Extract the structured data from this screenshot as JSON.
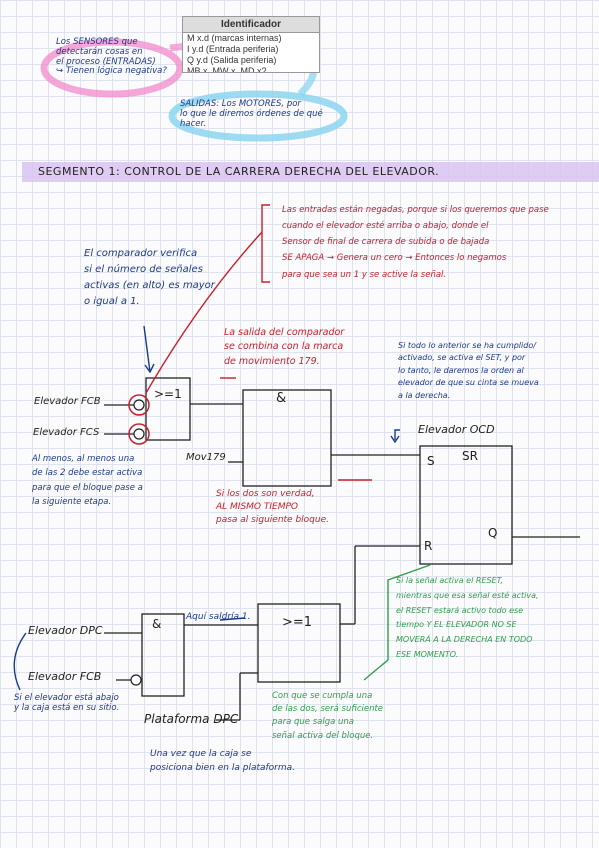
{
  "table": {
    "header": "Identificador",
    "rows": [
      "M x.d (marcas internas)",
      "I y.d (Entrada periferia)",
      "Q y.d (Salida periferia)",
      "MB x, MW x, MD x? (Intermedia)"
    ]
  },
  "notes": {
    "sensores": "Los SENSORES que\ndetectarán cosas en\nel proceso (ENTRADAS)\n↪ Tienen lógica negativa?",
    "salidas": "SALIDAS: Los MOTORES, por\nlo que le diremos órdenes de qué\nhacer.",
    "segmento": "SEGMENTO 1: CONTROL DE LA CARRERA DERECHA DEL ELEVADOR.",
    "entradas_negadas": "Las entradas están negadas, porque si los queremos que pase\ncuando el elevador esté arriba o abajo, donde el\nSensor de final de carrera de subida o de bajada\nSE APAGA → Genera un cero → Entonces lo negamos\npara que sea un 1 y se active la señal.",
    "comparador": "El comparador verifica\nsi el número de señales\nactivas (en alto) es mayor\no igual a 1.",
    "salida_comparador": "La salida del comparador\nse combina con la marca\nde movimiento 179.",
    "todo_anterior": "Si todo lo anterior se ha cumplido/\nactivado, se activa el SET, y por\nlo tanto, le daremos la orden al\nelevador de que su cinta se mueva\na la derecha.",
    "al_menos": "Al menos, al menos una\nde las 2 debe estar activa\npara que el bloque pase a\nla siguiente etapa.",
    "si_los_dos": "Si los dos son verdad,\nAL MISMO TIEMPO\npasa al siguiente bloque.",
    "aqui_saldria": "Aquí saldría 1.",
    "reset": "Si la señal activa el RESET,\nmientras que esa señal esté activa,\nel RESET estará activo todo ese\ntiempo Y EL ELEVADOR NO SE\nMOVERÁ A LA DERECHA EN TODO\nESE MOMENTO.",
    "elevador_abajo": "Si el elevador está abajo\ny la caja está en su sitio.",
    "con_que": "Con que se cumpla una\nde las dos, será suficiente\npara que salga una\nseñal activa del bloque.",
    "una_vez": "Una vez que la caja se\nposiciona bien en la plataforma."
  },
  "diagram": {
    "labels": {
      "fcb": "Elevador FCB",
      "fcs": "Elevador FCS",
      "mov": "Mov179",
      "ocd": "Elevador OCD",
      "dpc": "Elevador DPC",
      "fcb2": "Elevador FCB",
      "plataforma": "Plataforma DPC"
    },
    "blocks": {
      "cmp1": ">=1",
      "and1": "&",
      "sr_s": "S",
      "sr_title": "SR",
      "sr_r": "R",
      "sr_q": "Q",
      "and2": "&",
      "cmp2": ">=1"
    }
  },
  "colors": {
    "blue": "#1d3a8a",
    "red": "#c8202a",
    "green": "#2f9e49",
    "pink": "#f08ac9",
    "cyan": "#86d3f0",
    "violet": "#d9c3f0"
  }
}
